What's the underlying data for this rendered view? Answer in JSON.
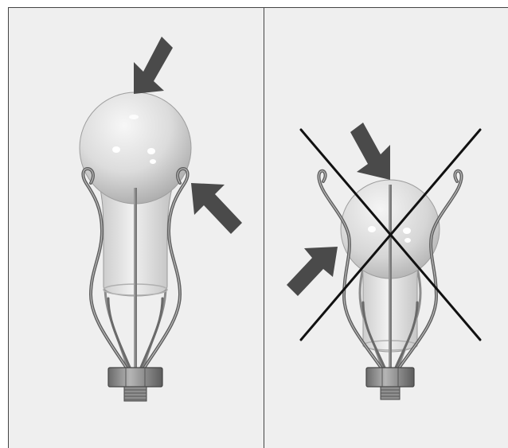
{
  "figure": {
    "panels": [
      {
        "id": "correct",
        "status": "correct-installation"
      },
      {
        "id": "incorrect",
        "status": "incorrect-installation",
        "marker": "cross-out-icon"
      }
    ],
    "icons": [
      "pressure-arrow-icon",
      "light-bulb-icon",
      "wire-cage-icon",
      "hex-nut-icon",
      "threaded-stud-icon",
      "cross-out-icon"
    ],
    "colors": {
      "panel_background": "#efefef",
      "frame": "#444444",
      "arrow": "#4a4a4a",
      "cross": "#111111",
      "bulb_glass": "#d9d9d9",
      "wire": "#6e6e6e",
      "nut": "#8a8a8a"
    }
  }
}
